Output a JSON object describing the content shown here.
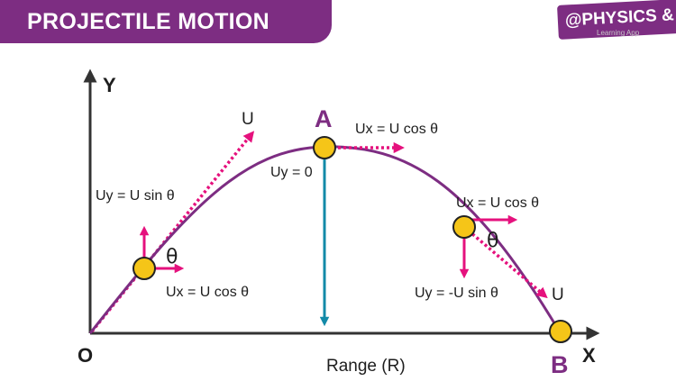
{
  "header": {
    "title": "PROJECTILE MOTION"
  },
  "brand": {
    "tag": "@PHYSICS & CHEM",
    "subtitle": "Learning App"
  },
  "axes": {
    "y_label": "Y",
    "x_label": "X",
    "origin_label": "O",
    "range_label": "Range (R)"
  },
  "points": {
    "peak": "A",
    "landing": "B"
  },
  "launch": {
    "velocity": "U",
    "uy": "Uy = U sin θ",
    "ux": "Ux = U cos θ",
    "angle": "θ"
  },
  "peak": {
    "ux": "Ux = U cos θ",
    "uy": "Uy = 0"
  },
  "descent": {
    "ux": "Ux = U cos θ",
    "uy": "Uy = -U sin θ",
    "angle": "θ",
    "velocity": "U"
  },
  "colors": {
    "banner": "#7d2d82",
    "trajectory": "#7d2d82",
    "vector": "#e5117d",
    "height_line": "#138aa8",
    "ball": "#f5c518",
    "axis": "#333333"
  }
}
